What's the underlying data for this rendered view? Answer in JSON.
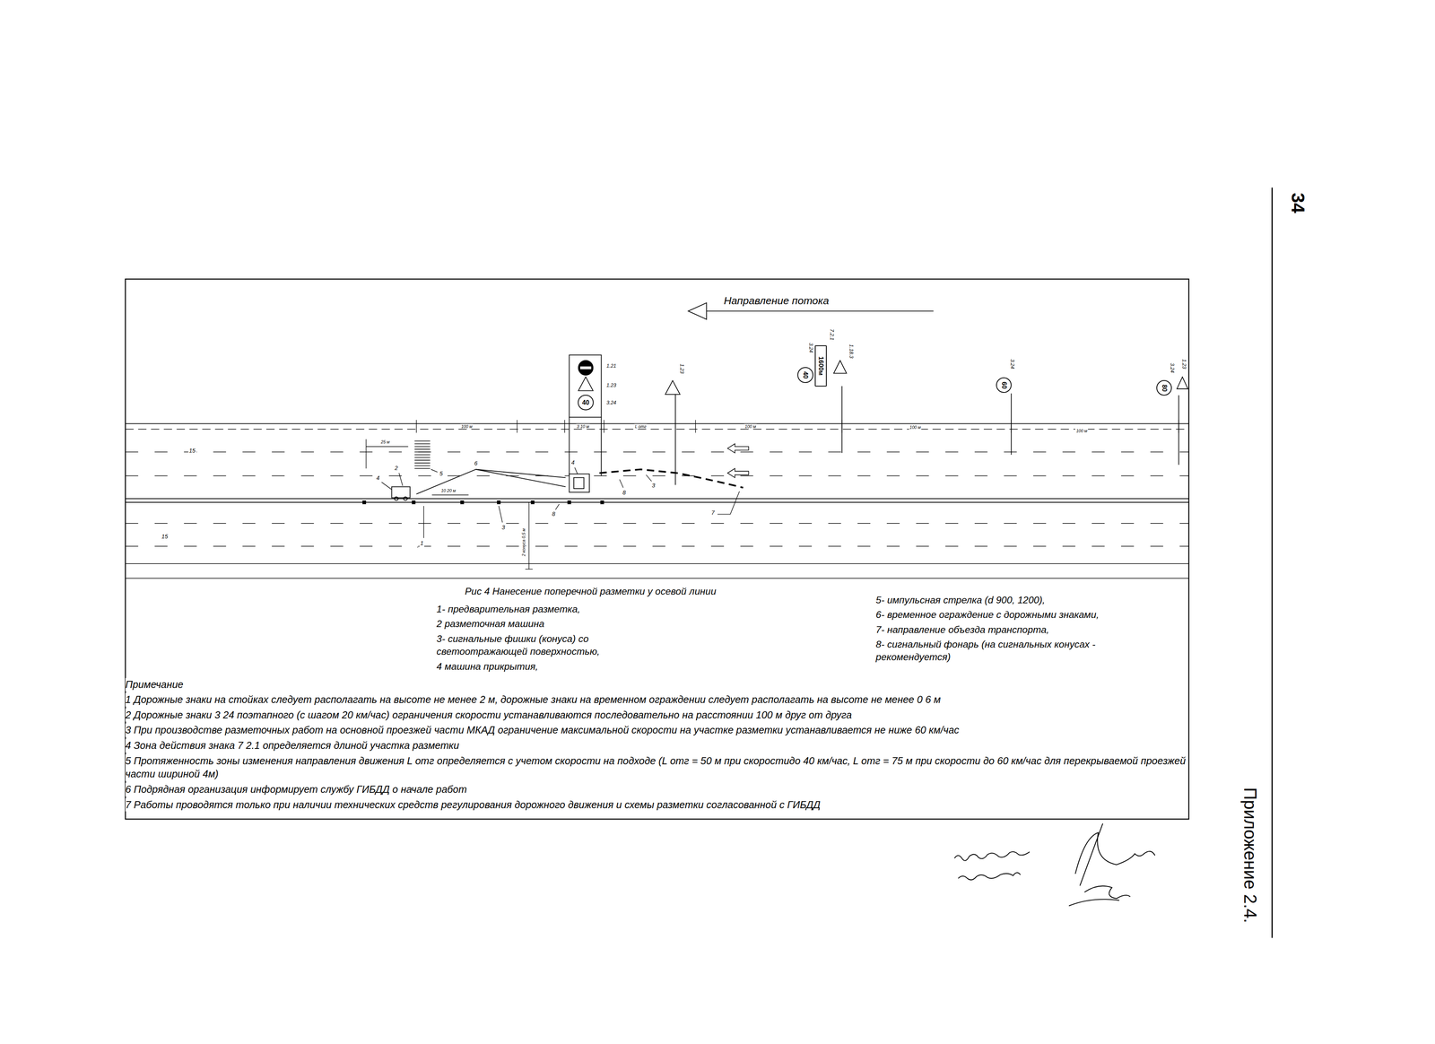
{
  "diagram": {
    "caption": "Рис 4 Нанесение поперечной разметки у осевой линии",
    "nodes": [
      {
        "text": [
          "40"
        ]
      },
      {
        "text": [
          "40"
        ]
      },
      {
        "text": [
          "1600м"
        ]
      },
      {
        "text": [
          "60"
        ]
      },
      {
        "text": [
          "80"
        ]
      }
    ],
    "labels": [
      "34",
      "Приложение 2.4.",
      "Направление потока",
      "1.21",
      "1.23",
      "3.24",
      "1.23",
      "3.24",
      "7.2.1",
      "1.18.3",
      "3.24",
      "3.24",
      "1.23",
      "100 м",
      "3 10 м",
      "L отг",
      "100 м",
      "100 м",
      "100 м",
      "25 м",
      "15",
      "10 20 м",
      "15",
      "2 конуса 0,5 м",
      "1",
      "2",
      "3",
      "3",
      "4",
      "4",
      "5",
      "6",
      "7",
      "8",
      "8",
      "1- предварительная разметка,",
      "2  разметочная машина",
      "3- сигнальные фишки (конуса) со светоотражающей поверхностью,",
      "4  машина прикрытия,",
      "5- импульсная стрелка (d 900, 1200),",
      "6- временное ограждение с дорожными знаками,",
      "7- направление объезда транспорта,",
      "8- сигнальный фонарь (на сигнальных конусах - рекомендуется)",
      "Примечание",
      "1 Дорожные знаки на стойках следует располагать на высоте не менее 2 м, дорожные знаки на временном ограждении следует располагать на высоте не менее 0 6 м",
      "2 Дорожные знаки 3 24 поэтапного (с шагом 20 км/час) ограничения скорости устанавливаются последовательно на расстоянии 100 м друг от друга",
      "3 При производстве разметочных работ на основной проезжей части МКАД ограничение максимальной скорости на участке разметки устанавливается не ниже 60 км/час",
      "4 Зона действия знака 7 2.1 определяется длиной участка разметки",
      "5 Протяженность зоны изменения направления движения L отг определяется с учетом скорости на подходе (L отг = 50 м при скоростидо 40 км/час, L отг = 75 м при скорости до 60 км/час для перекрываемой проезжей части шириной 4м)",
      "6 Подрядная организация информирует службу ГИБДД о начале работ",
      "7 Работы проводятся только при наличии технических средств регулирования дорожного движения и схемы разметки согласованной с ГИБДД"
    ]
  }
}
